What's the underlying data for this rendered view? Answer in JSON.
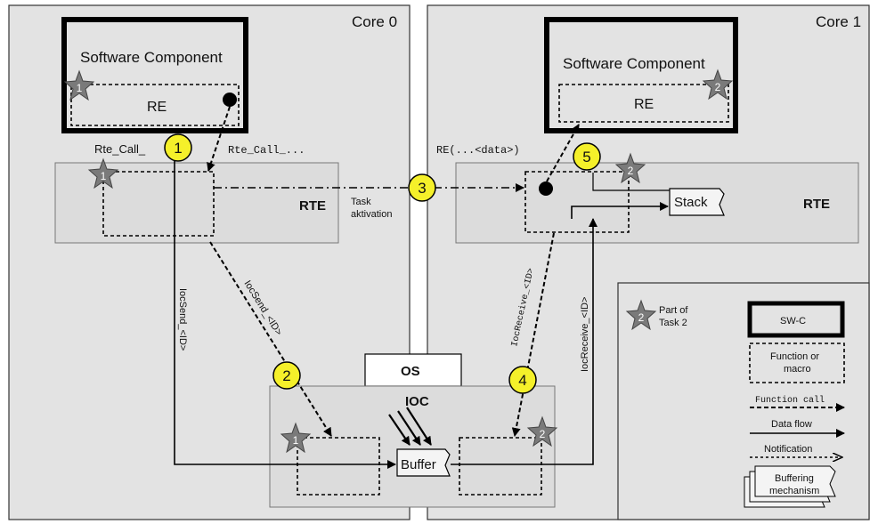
{
  "cores": {
    "core0_label": "Core 0",
    "core1_label": "Core 1"
  },
  "swc": {
    "left_title": "Software Component",
    "right_title": "Software Component",
    "re_label_left": "RE",
    "re_label_right": "RE"
  },
  "rte": {
    "left_label": "RTE",
    "right_label": "RTE",
    "rte_call_left": "Rte_Call_",
    "rte_call_right": "Rte_Call_...",
    "re_data": "RE(...<data>)",
    "task_activation_line1": "Task",
    "task_activation_line2": "aktivation",
    "stack_label": "Stack"
  },
  "os": {
    "os_label": "OS",
    "ioc_label": "IOC",
    "buffer_label": "Buffer"
  },
  "edge_labels": {
    "iocsend_vertical": "IocSend_<ID>",
    "iocsend_diagonal": "IocSend_<ID>",
    "iocreceive_diagonal": "IocReceive_<ID>",
    "iocreceive_vertical": "IocReceive_<ID>"
  },
  "markers": {
    "m1": "1",
    "m2": "2",
    "m3": "3",
    "m4": "4",
    "m5": "5"
  },
  "stars": {
    "star1": "1",
    "star2": "2"
  },
  "legend": {
    "star_text_line1": "Part of",
    "star_text_line2": "Task 2",
    "swc_label": "SW-C",
    "func_line1": "Function or",
    "func_line2": "macro",
    "function_call": "Function call",
    "data_flow": "Data flow",
    "notification": "Notification",
    "buffering_line1": "Buffering",
    "buffering_line2": "mechanism"
  },
  "colors": {
    "marker_fill": "#f5f02a",
    "panel_fill": "#e3e3e3",
    "star_fill": "#7a7a7a"
  }
}
